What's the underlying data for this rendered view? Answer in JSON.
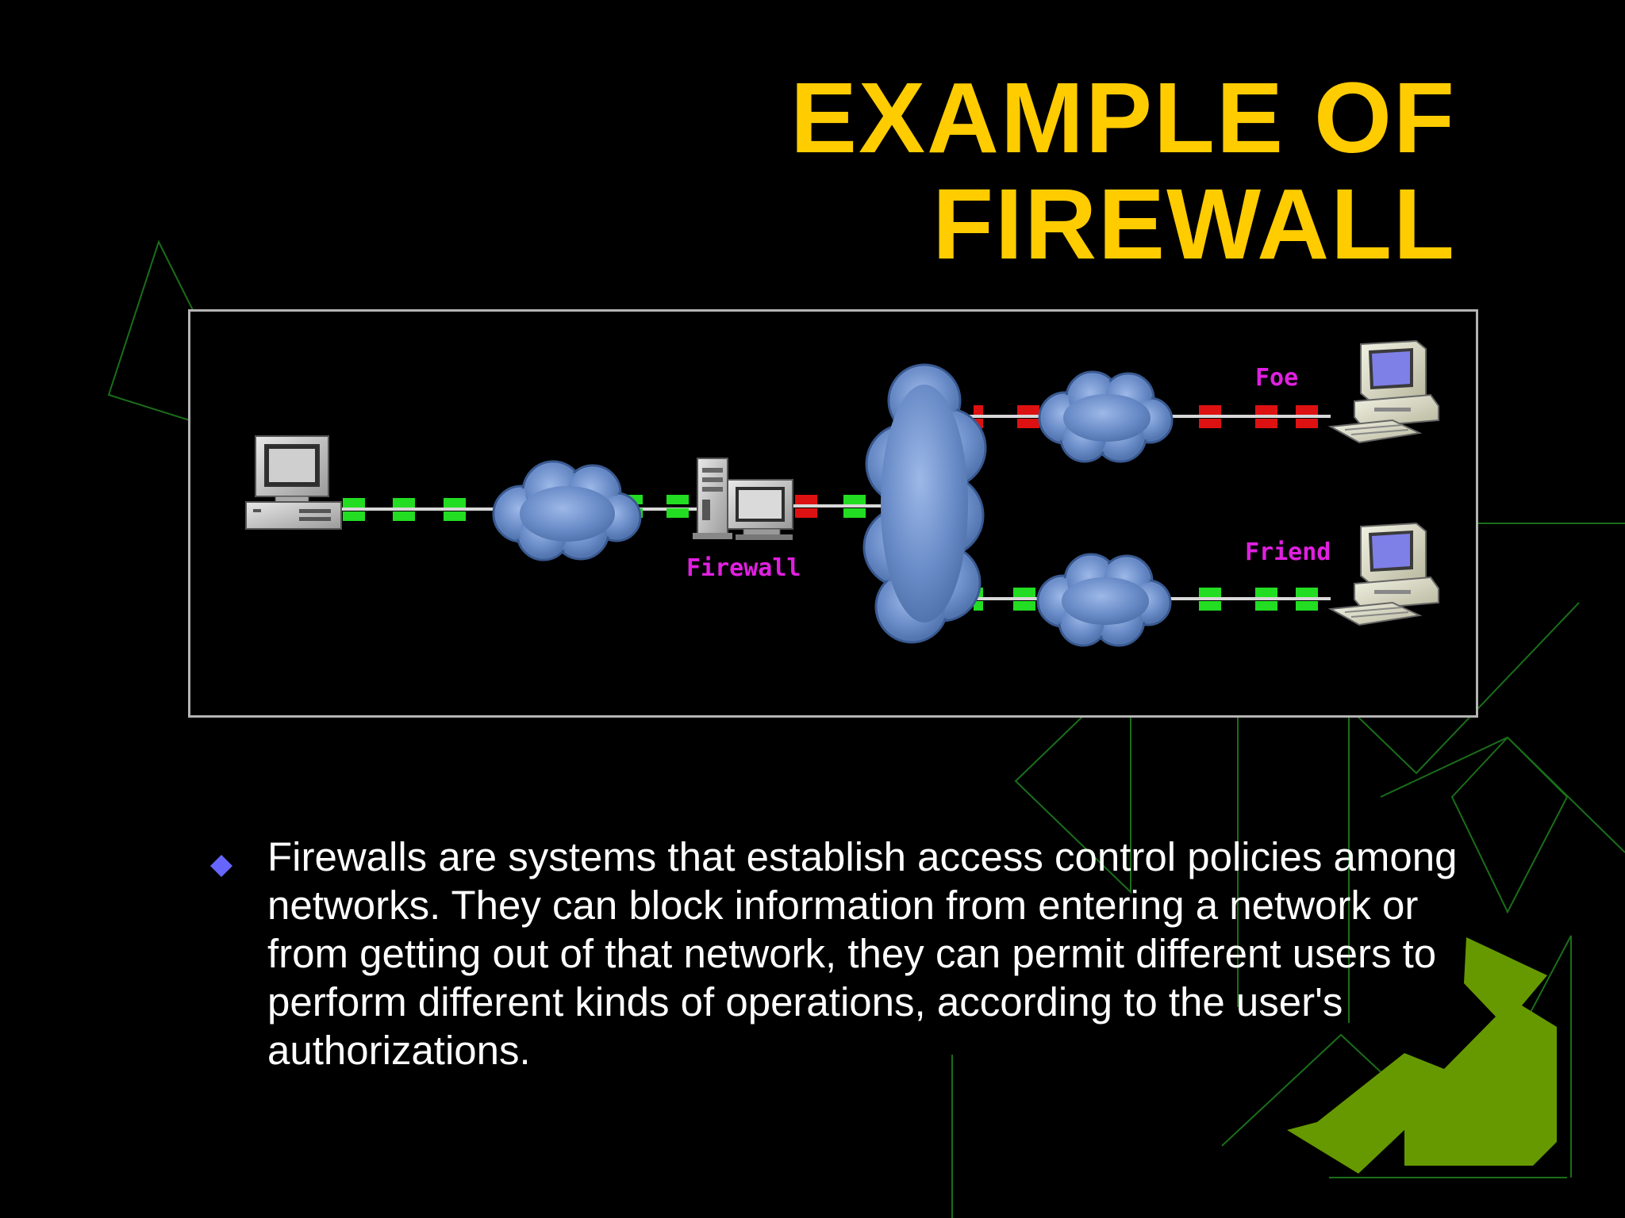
{
  "slide": {
    "title_lines": [
      "EXAMPLE OF",
      "FIREWALL"
    ],
    "bullet_text": "Firewalls are systems that establish access control policies among networks. They can block information from entering a network or from getting out of that network, they can permit different users to perform different kinds of operations, according to the user's authorizations."
  },
  "diagram": {
    "labels": {
      "firewall": "Firewall",
      "foe": "Foe",
      "friend": "Friend"
    },
    "icons": [
      "desktop-computer-icon",
      "cloud-icon",
      "firewall-server-icon",
      "internet-cloud-icon",
      "foe-computer-icon",
      "friend-computer-icon"
    ]
  },
  "colors": {
    "background": "#000000",
    "title": "#FFCC00",
    "body_text": "#FFFFFF",
    "bullet": "#6666FF",
    "label": "#E020E0",
    "allowed_link": "#22DD22",
    "blocked_link": "#DD1111",
    "cloud": "#6A8CC8",
    "decoration_line": "#1A6E1A",
    "decoration_fill": "#669900"
  }
}
